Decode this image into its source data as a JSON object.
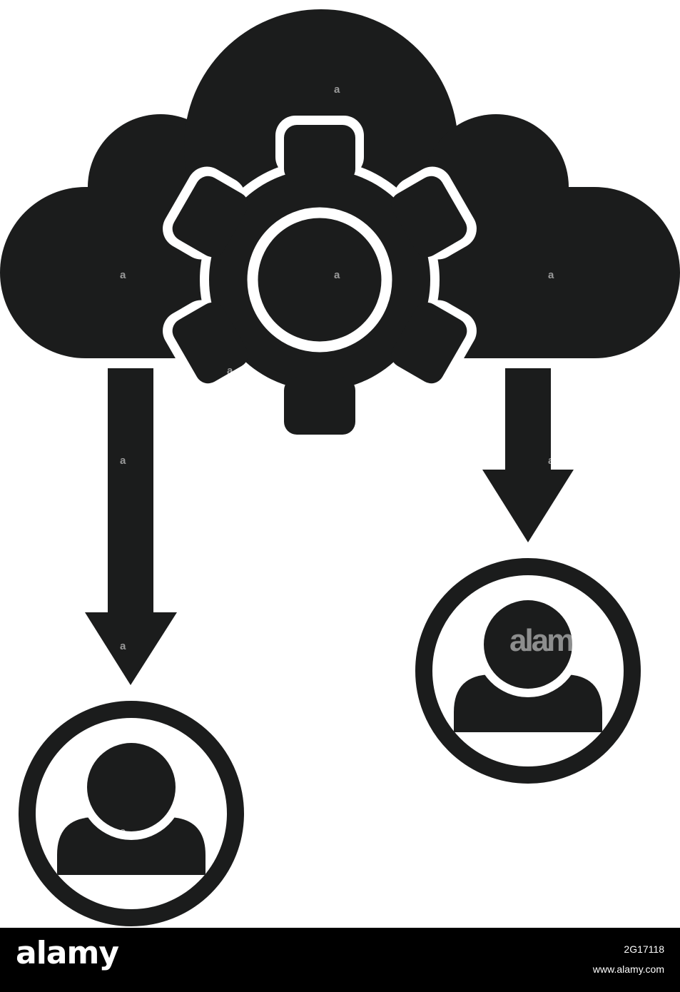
{
  "colors": {
    "icon_fill": "#1b1c1c",
    "background": "#ffffff",
    "footer_bg": "#000000",
    "footer_text": "#ffffff"
  },
  "icons": {
    "cloud": "cloud-icon",
    "gear": "gear-icon",
    "arrow_left": "arrow-down-icon",
    "arrow_right": "arrow-down-icon",
    "user_left": "user-avatar-icon",
    "user_right": "user-avatar-icon"
  },
  "watermark": {
    "small_mark": "a",
    "large_mark": "alam"
  },
  "footer": {
    "logo_text": "alamy",
    "image_id": "2G17118",
    "url": "www.alamy.com"
  }
}
